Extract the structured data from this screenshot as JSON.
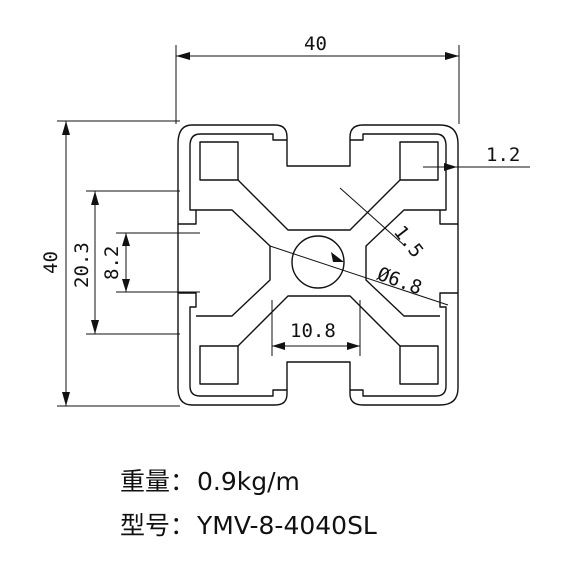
{
  "dimensions": {
    "width": "40",
    "height": "40",
    "wall": "1.2",
    "web": "1.5",
    "bore": "Ø6.8",
    "slot_outer": "20.3",
    "slot_opening": "8.2",
    "core": "10.8"
  },
  "specs": {
    "weight_label": "重量：",
    "weight_value": "0.9kg/m",
    "model_label": "型号：",
    "model_value": "YMV-8-4040SL"
  }
}
